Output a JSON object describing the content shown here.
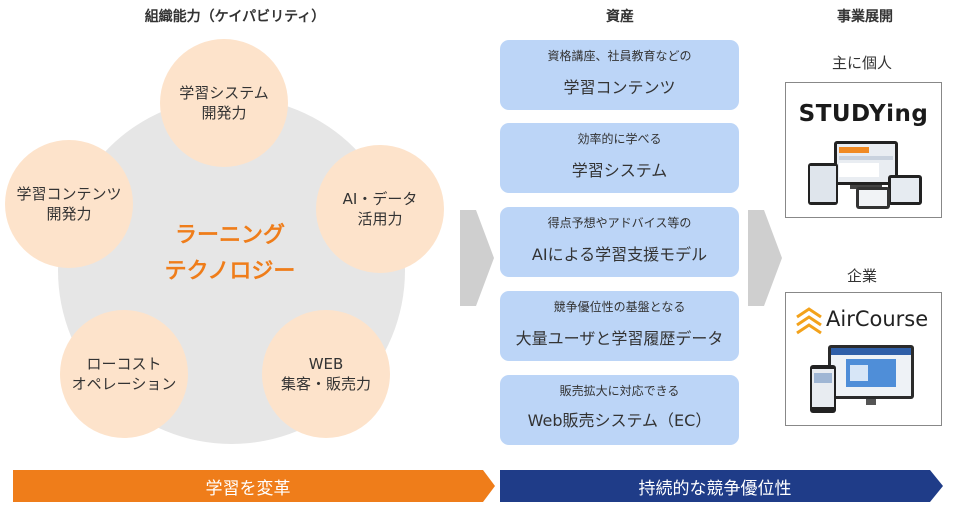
{
  "headers": {
    "capability": "組織能力（ケイパビリティ）",
    "assets": "資産",
    "business": "事業展開"
  },
  "capabilities": {
    "core": "ラーニング\nテクノロジー",
    "circles": [
      "学習システム\n開発力",
      "AI・データ\n活用力",
      "WEB\n集客・販売力",
      "ローコスト\nオペレーション",
      "学習コンテンツ\n開発力"
    ]
  },
  "assets": [
    {
      "sub": "資格講座、社員教育などの",
      "main": "学習コンテンツ"
    },
    {
      "sub": "効率的に学べる",
      "main": "学習システム"
    },
    {
      "sub": "得点予想やアドバイス等の",
      "main": "AIによる学習支援モデル"
    },
    {
      "sub": "競争優位性の基盤となる",
      "main": "大量ユーザと学習履歴データ"
    },
    {
      "sub": "販売拡大に対応できる",
      "main": "Web販売システム（EC）"
    }
  ],
  "business": {
    "individual_label": "主に個人",
    "corporate_label": "企業",
    "studying_logo": "STUDYing",
    "aircourse_logo": "AirCourse"
  },
  "bottom": {
    "left": "学習を変革",
    "right": "持続的な競争優位性"
  },
  "colors": {
    "orange": "#ef7d1a",
    "navy": "#1f3c88",
    "peach": "#fde3cb",
    "light_blue": "#bcd5f7"
  }
}
